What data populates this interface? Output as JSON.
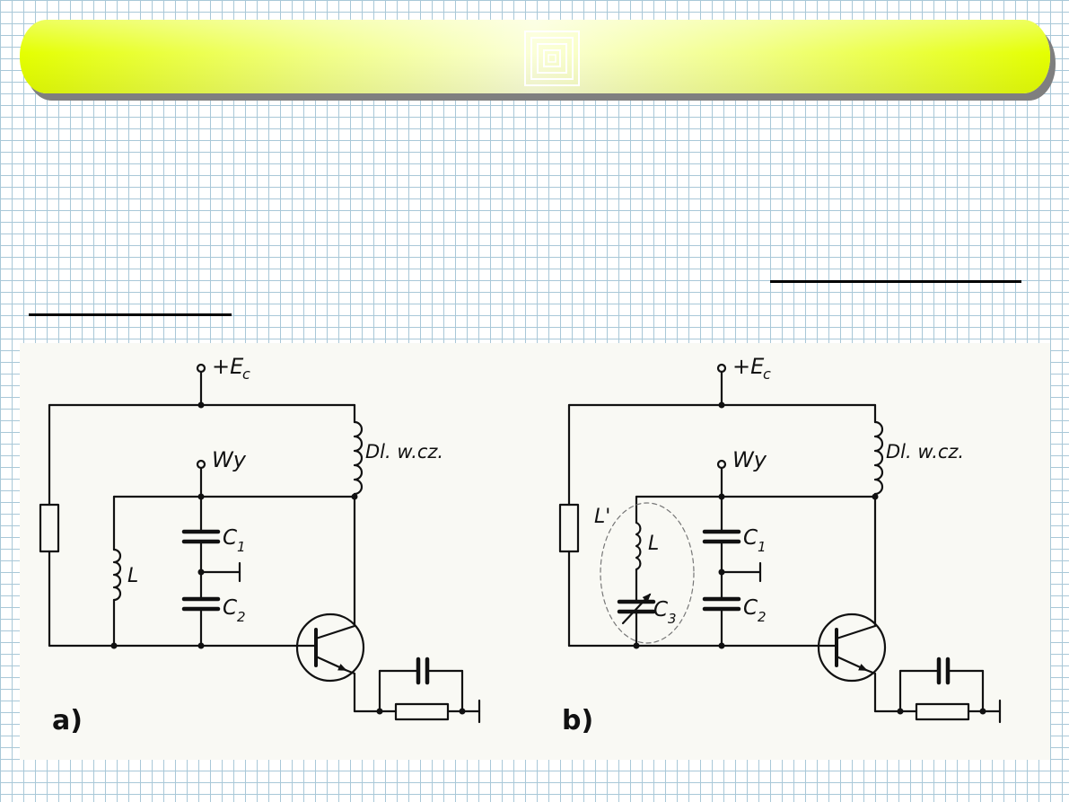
{
  "diagrams": [
    {
      "id": "a",
      "panel_label": "a)",
      "labels": {
        "supply": "+E",
        "supply_sub": "c",
        "output": "Wy",
        "choke": "Dl. w.cz.",
        "c1": "C",
        "c1_sub": "1",
        "c2": "C",
        "c2_sub": "2",
        "inductor": "L"
      }
    },
    {
      "id": "b",
      "panel_label": "b)",
      "labels": {
        "supply": "+E",
        "supply_sub": "c",
        "output": "Wy",
        "choke": "Dl. w.cz.",
        "c1": "C",
        "c1_sub": "1",
        "c2": "C",
        "c2_sub": "2",
        "c3": "C",
        "c3_sub": "3",
        "inductor": "L",
        "inductor_group": "L'"
      }
    }
  ],
  "colors": {
    "title_bar": "#e4ff00",
    "grid_lines": "#a9c8d8",
    "ink": "#111111"
  }
}
